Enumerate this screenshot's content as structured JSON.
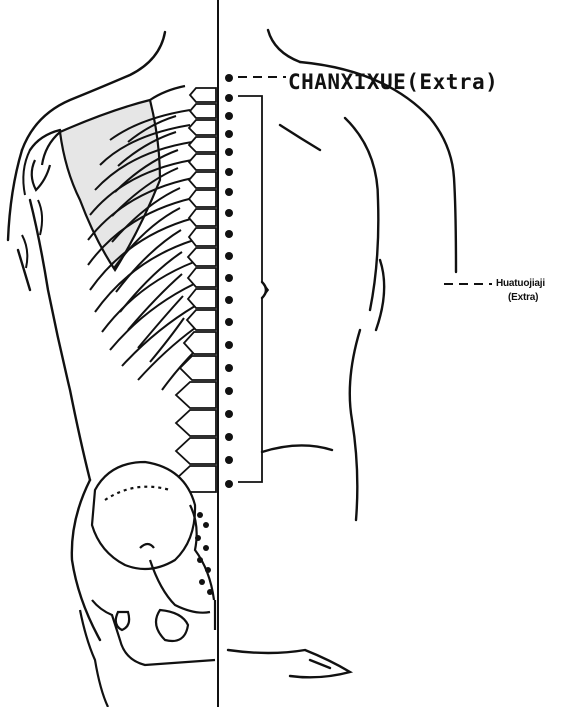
{
  "labels": {
    "chanxixue": "CHANXIXUE(Extra)",
    "huatuojiaji_name": "Huatuojiaji",
    "huatuojiaji_extra": "(Extra)"
  },
  "colors": {
    "ink": "#111111",
    "shade": "#e6e6e6",
    "background": "#ffffff"
  }
}
